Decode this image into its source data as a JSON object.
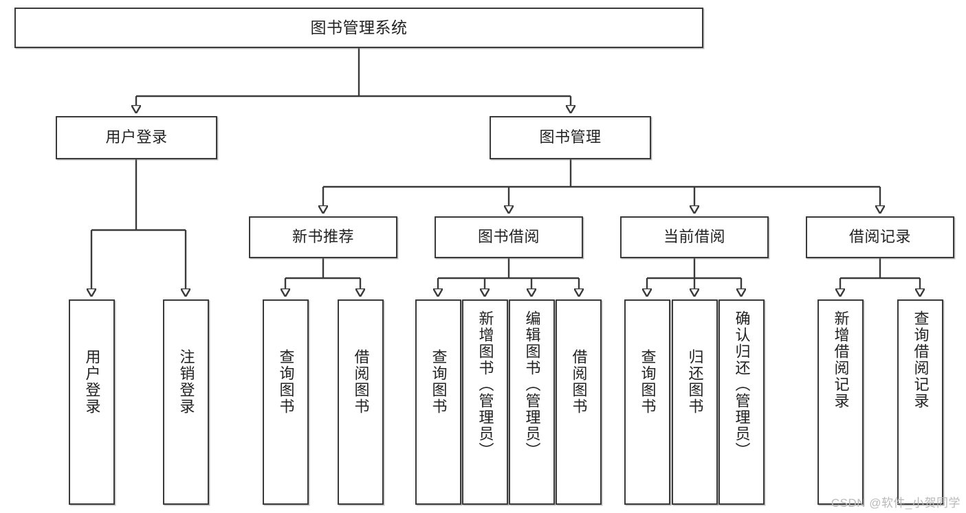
{
  "diagram": {
    "type": "tree",
    "title": "图书管理系统",
    "root": {
      "id": "root",
      "label": "图书管理系统"
    },
    "level2": [
      {
        "id": "user-login",
        "label": "用户登录"
      },
      {
        "id": "book-manage",
        "label": "图书管理"
      }
    ],
    "level3": [
      {
        "id": "new-book-rec",
        "label": "新书推荐"
      },
      {
        "id": "book-borrow",
        "label": "图书借阅"
      },
      {
        "id": "current-borrow",
        "label": "当前借阅"
      },
      {
        "id": "borrow-record",
        "label": "借阅记录"
      }
    ],
    "leaves": {
      "user_login": [
        {
          "id": "leaf-user-login",
          "label": "用户登录"
        },
        {
          "id": "leaf-logout",
          "label": "注销登录"
        }
      ],
      "new_book_rec": [
        {
          "id": "leaf-query-book-1",
          "label": "查询图书"
        },
        {
          "id": "leaf-borrow-book-1",
          "label": "借阅图书"
        }
      ],
      "book_borrow": [
        {
          "id": "leaf-query-book-2",
          "label": "查询图书"
        },
        {
          "id": "leaf-add-book",
          "label": "新增图书（管理员）"
        },
        {
          "id": "leaf-edit-book",
          "label": "编辑图书（管理员）"
        },
        {
          "id": "leaf-borrow-book-2",
          "label": "借阅图书"
        }
      ],
      "current_borrow": [
        {
          "id": "leaf-query-book-3",
          "label": "查询图书"
        },
        {
          "id": "leaf-return-book",
          "label": "归还图书"
        },
        {
          "id": "leaf-confirm-return",
          "label": "确认归还（管理员）"
        }
      ],
      "borrow_record": [
        {
          "id": "leaf-add-record",
          "label": "新增借阅记录"
        },
        {
          "id": "leaf-query-record",
          "label": "查询借阅记录"
        }
      ]
    }
  },
  "watermark": {
    "text": "CSDN @软件_小贺同学"
  },
  "colors": {
    "stroke": "#3a3a3a",
    "background": "#ffffff",
    "text": "#222222",
    "watermark": "#b9b9b9"
  }
}
